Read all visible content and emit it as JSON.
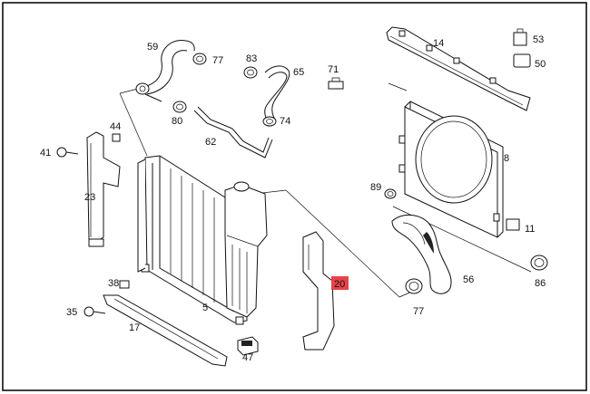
{
  "diagram": {
    "border_color": "#000000",
    "highlight_color": "#e8434a",
    "labels": {
      "p59": "59",
      "p77a": "77",
      "p83": "83",
      "p65": "65",
      "p71": "71",
      "p14": "14",
      "p53": "53",
      "p50": "50",
      "p80": "80",
      "p74": "74",
      "p62": "62",
      "p44": "44",
      "p41": "41",
      "p8": "8",
      "p89": "89",
      "p23": "23",
      "p11": "11",
      "p56": "56",
      "p86": "86",
      "p20": "20",
      "p38": "38",
      "p5": "5",
      "p77b": "77",
      "p35": "35",
      "p17": "17",
      "p47": "47"
    }
  }
}
